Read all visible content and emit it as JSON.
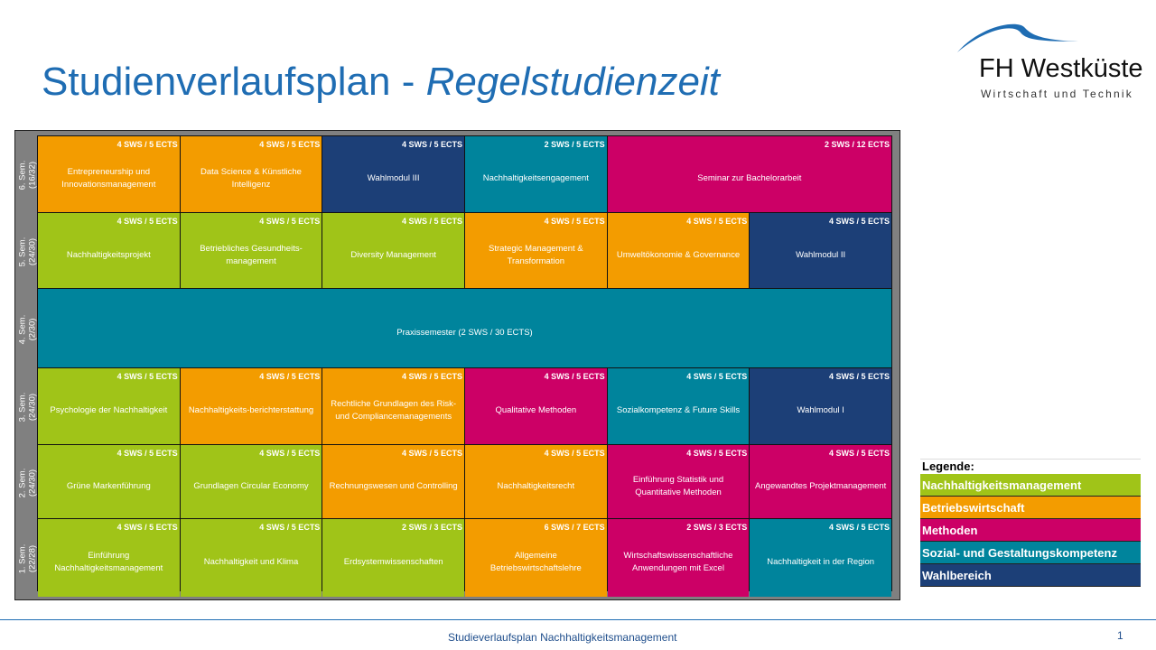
{
  "title": {
    "main": "Studienverlaufsplan - ",
    "italic": "Regelstudienzeit"
  },
  "logo": {
    "name": "FH Westküste",
    "subtitle": "Wirtschaft und Technik"
  },
  "colors": {
    "Nachhaltigkeitsmanagement": "#a0c418",
    "Betriebswirtschaft": "#f39c00",
    "Methoden": "#cc0066",
    "Sozial": "#00849c",
    "Wahlbereich": "#1c3f77",
    "title": "#1f6db3"
  },
  "semesters": [
    {
      "label": "6. Sem.",
      "credits": "(16/32)",
      "modules": [
        {
          "name": "Entrepreneurship und Innovationsmanagement",
          "ects": "4 SWS / 5 ECTS",
          "cat": "Betriebswirtschaft",
          "span": 1
        },
        {
          "name": "Data Science & Künstliche Intelligenz",
          "ects": "4 SWS / 5 ECTS",
          "cat": "Betriebswirtschaft",
          "span": 1
        },
        {
          "name": "Wahlmodul III",
          "ects": "4 SWS / 5 ECTS",
          "cat": "Wahlbereich",
          "span": 1
        },
        {
          "name": "Nachhaltigkeitsengagement",
          "ects": "2 SWS / 5 ECTS",
          "cat": "Sozial",
          "span": 1
        },
        {
          "name": "Seminar zur Bachelorarbeit",
          "ects": "2 SWS / 12 ECTS",
          "cat": "Methoden",
          "span": 2
        }
      ]
    },
    {
      "label": "5. Sem.",
      "credits": "(24/30)",
      "modules": [
        {
          "name": "Nachhaltigkeitsprojekt",
          "ects": "4 SWS / 5 ECTS",
          "cat": "Nachhaltigkeitsmanagement",
          "span": 1
        },
        {
          "name": "Betriebliches Gesundheits-management",
          "ects": "4 SWS / 5 ECTS",
          "cat": "Nachhaltigkeitsmanagement",
          "span": 1
        },
        {
          "name": "Diversity Management",
          "ects": "4 SWS / 5 ECTS",
          "cat": "Nachhaltigkeitsmanagement",
          "span": 1
        },
        {
          "name": "Strategic Management & Transformation",
          "ects": "4 SWS / 5 ECTS",
          "cat": "Betriebswirtschaft",
          "span": 1
        },
        {
          "name": "Umweltökonomie & Governance",
          "ects": "4 SWS / 5 ECTS",
          "cat": "Betriebswirtschaft",
          "span": 1
        },
        {
          "name": "Wahlmodul II",
          "ects": "4 SWS / 5 ECTS",
          "cat": "Wahlbereich",
          "span": 1
        }
      ]
    },
    {
      "label": "4. Sem.",
      "credits": "(2/30)",
      "modules": [
        {
          "name": "Praxissemester (2 SWS / 30 ECTS)",
          "ects": "",
          "cat": "Sozial",
          "span": 6
        }
      ]
    },
    {
      "label": "3. Sem.",
      "credits": "(24/30)",
      "modules": [
        {
          "name": "Psychologie der Nachhaltigkeit",
          "ects": "4 SWS / 5 ECTS",
          "cat": "Nachhaltigkeitsmanagement",
          "span": 1
        },
        {
          "name": "Nachhaltigkeits-berichterstattung",
          "ects": "4 SWS / 5 ECTS",
          "cat": "Betriebswirtschaft",
          "span": 1
        },
        {
          "name": "Rechtliche Grundlagen des Risk- und Compliancemanagements",
          "ects": "4 SWS / 5 ECTS",
          "cat": "Betriebswirtschaft",
          "span": 1
        },
        {
          "name": "Qualitative Methoden",
          "ects": "4 SWS / 5 ECTS",
          "cat": "Methoden",
          "span": 1
        },
        {
          "name": "Sozialkompetenz & Future Skills",
          "ects": "4 SWS / 5 ECTS",
          "cat": "Sozial",
          "span": 1
        },
        {
          "name": "Wahlmodul I",
          "ects": "4 SWS / 5 ECTS",
          "cat": "Wahlbereich",
          "span": 1
        }
      ]
    },
    {
      "label": "2. Sem.",
      "credits": "(24/30)",
      "modules": [
        {
          "name": "Grüne Markenführung",
          "ects": "4 SWS / 5 ECTS",
          "cat": "Nachhaltigkeitsmanagement",
          "span": 1
        },
        {
          "name": "Grundlagen Circular Economy",
          "ects": "4 SWS / 5 ECTS",
          "cat": "Nachhaltigkeitsmanagement",
          "span": 1
        },
        {
          "name": "Rechnungswesen und Controlling",
          "ects": "4 SWS / 5 ECTS",
          "cat": "Betriebswirtschaft",
          "span": 1
        },
        {
          "name": "Nachhaltigkeitsrecht",
          "ects": "4 SWS / 5 ECTS",
          "cat": "Betriebswirtschaft",
          "span": 1
        },
        {
          "name": "Einführung Statistik und Quantitative Methoden",
          "ects": "4 SWS / 5 ECTS",
          "cat": "Methoden",
          "span": 1
        },
        {
          "name": "Angewandtes Projektmanagement",
          "ects": "4 SWS / 5 ECTS",
          "cat": "Methoden",
          "span": 1
        }
      ]
    },
    {
      "label": "1. Sem.",
      "credits": "(22/28)",
      "modules": [
        {
          "name": "Einführung Nachhaltigkeitsmanagement",
          "ects": "4 SWS / 5 ECTS",
          "cat": "Nachhaltigkeitsmanagement",
          "span": 1
        },
        {
          "name": "Nachhaltigkeit und Klima",
          "ects": "4 SWS / 5 ECTS",
          "cat": "Nachhaltigkeitsmanagement",
          "span": 1
        },
        {
          "name": "Erdsystemwissenschaften",
          "ects": "2 SWS / 3 ECTS",
          "cat": "Nachhaltigkeitsmanagement",
          "span": 1
        },
        {
          "name": "Allgemeine Betriebswirtschaftslehre",
          "ects": "6 SWS / 7 ECTS",
          "cat": "Betriebswirtschaft",
          "span": 1
        },
        {
          "name": "Wirtschaftswissenschaftliche Anwendungen mit Excel",
          "ects": "2 SWS / 3 ECTS",
          "cat": "Methoden",
          "span": 1
        },
        {
          "name": "Nachhaltigkeit in der Region",
          "ects": "4 SWS / 5 ECTS",
          "cat": "Sozial",
          "span": 1
        }
      ]
    }
  ],
  "legend": {
    "title": "Legende:",
    "items": [
      {
        "label": "Nachhaltigkeitsmanagement",
        "cat": "Nachhaltigkeitsmanagement"
      },
      {
        "label": "Betriebswirtschaft",
        "cat": "Betriebswirtschaft"
      },
      {
        "label": "Methoden",
        "cat": "Methoden"
      },
      {
        "label": "Sozial- und Gestaltungskompetenz",
        "cat": "Sozial"
      },
      {
        "label": "Wahlbereich",
        "cat": "Wahlbereich"
      }
    ]
  },
  "footer": {
    "text": "Studieverlaufsplan Nachhaltigkeitsmanagement",
    "page": "1"
  }
}
